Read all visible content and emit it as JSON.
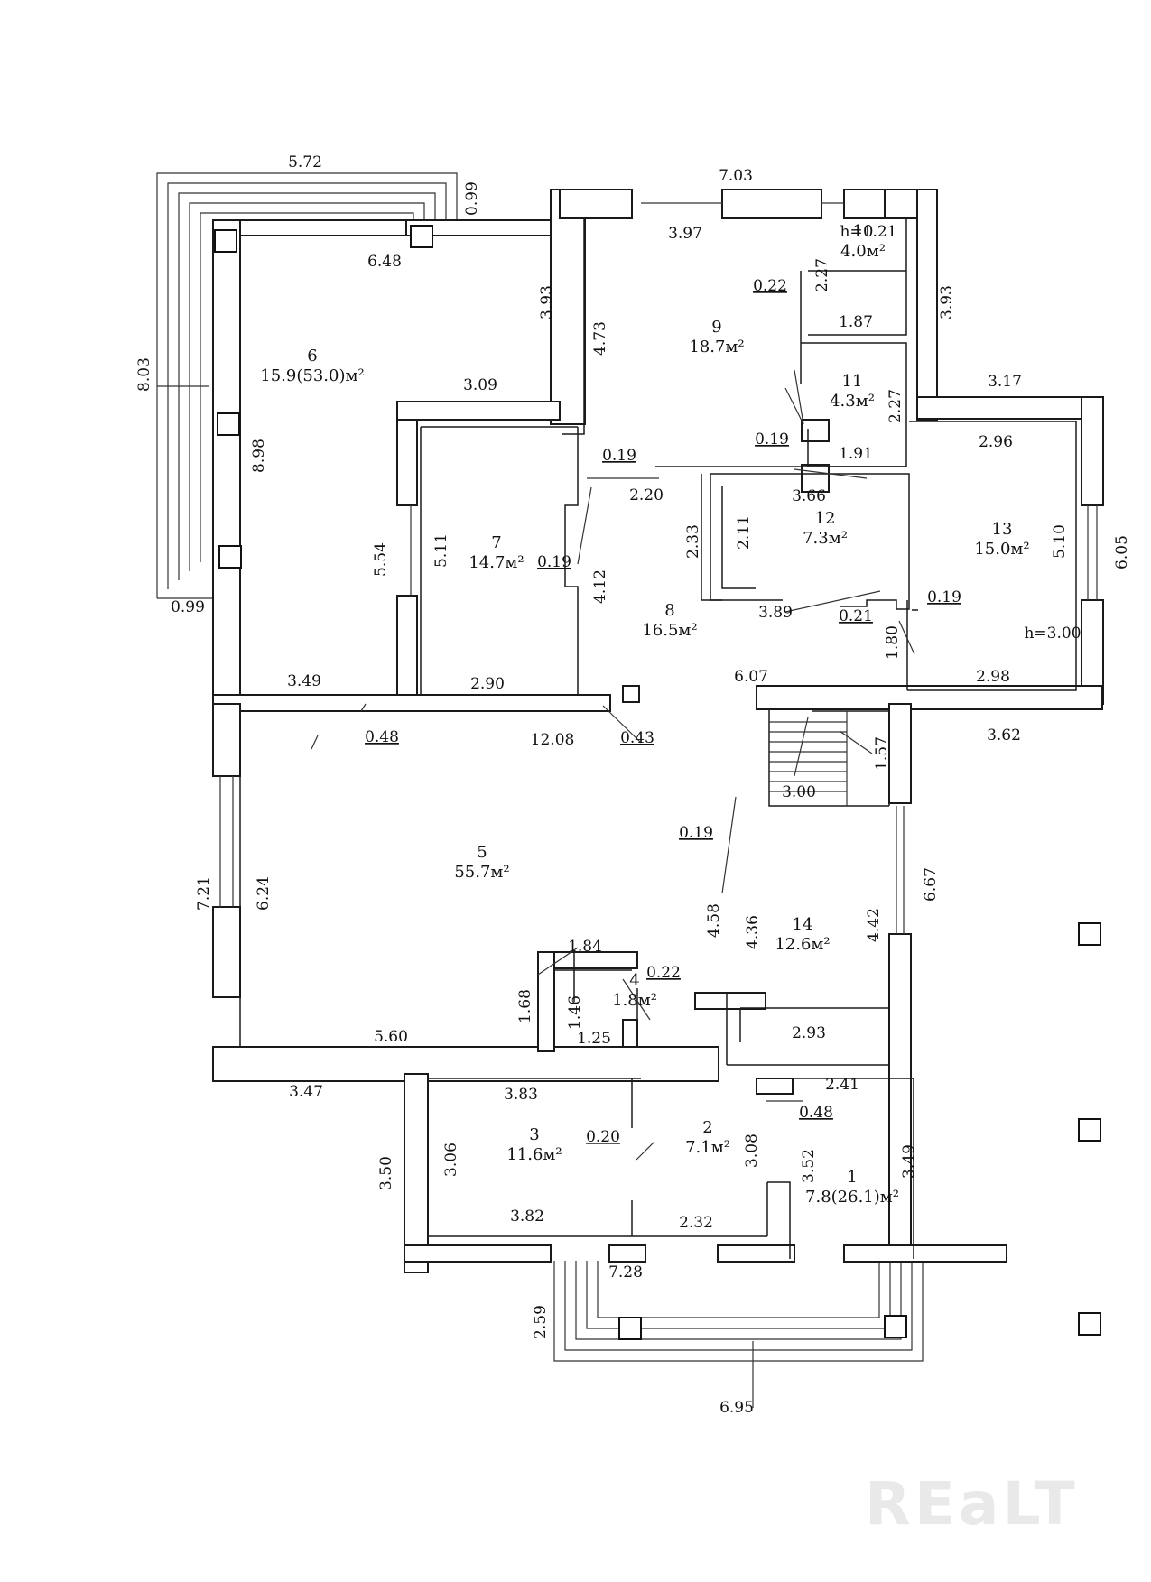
{
  "watermark": "REaLT",
  "rooms": [
    {
      "id": "1",
      "area": "7.8(26.1)м²"
    },
    {
      "id": "2",
      "area": "7.1м²"
    },
    {
      "id": "3",
      "area": "11.6м²"
    },
    {
      "id": "4",
      "area": "1.8м²"
    },
    {
      "id": "5",
      "area": "55.7м²"
    },
    {
      "id": "6",
      "area": "15.9(53.0)м²"
    },
    {
      "id": "7",
      "area": "14.7м²"
    },
    {
      "id": "8",
      "area": "16.5м²"
    },
    {
      "id": "9",
      "area": "18.7м²"
    },
    {
      "id": "10",
      "area": "4.0м²"
    },
    {
      "id": "11",
      "area": "4.3м²"
    },
    {
      "id": "12",
      "area": "7.3м²"
    },
    {
      "id": "13",
      "area": "15.0м²"
    },
    {
      "id": "14",
      "area": "12.6м²"
    }
  ],
  "heights": [
    "h=1.21",
    "h=3.00"
  ],
  "dimensions": [
    "5.72",
    "0.99",
    "6.48",
    "3.93",
    "8.03",
    "8.98",
    "0.99",
    "3.09",
    "5.54",
    "5.11",
    "0.19",
    "4.12",
    "3.49",
    "2.90",
    "0.48",
    "12.08",
    "0.43",
    "7.03",
    "3.97",
    "0.22",
    "2.27",
    "1.87",
    "4.73",
    "0.19",
    "1.91",
    "2.27",
    "3.93",
    "0.19",
    "2.20",
    "3.66",
    "2.11",
    "2.33",
    "3.89",
    "0.21",
    "0.19",
    "3.17",
    "2.96",
    "5.10",
    "6.05",
    "1.80",
    "2.98",
    "6.07",
    "3.62",
    "1.57",
    "3.00",
    "0.19",
    "7.21",
    "6.24",
    "1.84",
    "0.22",
    "1.68",
    "1.46",
    "1.25",
    "5.60",
    "4.58",
    "4.36",
    "4.42",
    "6.67",
    "2.93",
    "2.41",
    "0.48",
    "3.47",
    "3.83",
    "3.06",
    "0.20",
    "3.08",
    "3.52",
    "3.49",
    "3.50",
    "3.82",
    "2.32",
    "7.28",
    "2.59",
    "6.95"
  ]
}
